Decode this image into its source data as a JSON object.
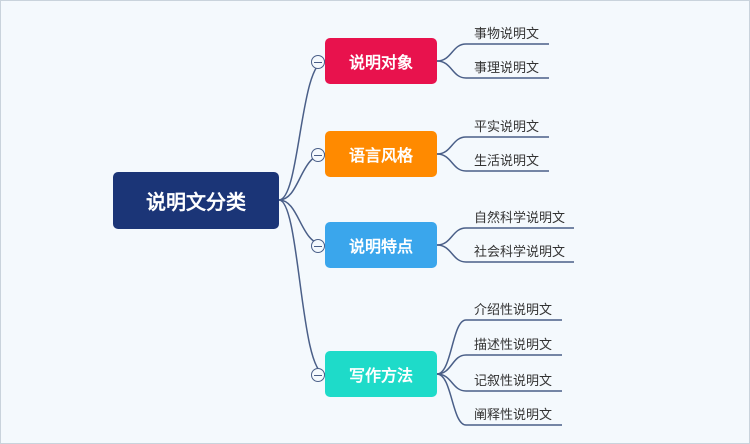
{
  "root": {
    "label": "说明文分类"
  },
  "branches": [
    {
      "label": "说明对象",
      "color": "#e8124d",
      "leaves": [
        "事物说明文",
        "事理说明文"
      ]
    },
    {
      "label": "语言风格",
      "color": "#ff8a00",
      "leaves": [
        "平实说明文",
        "生活说明文"
      ]
    },
    {
      "label": "说明特点",
      "color": "#3aa6ec",
      "leaves": [
        "自然科学说明文",
        "社会科学说明文"
      ]
    },
    {
      "label": "写作方法",
      "color": "#1edbc9",
      "leaves": [
        "介绍性说明文",
        "描述性说明文",
        "记叙性说明文",
        "阐释性说明文"
      ]
    }
  ],
  "colors": {
    "link": "#4a5f88",
    "root": "#1b3577",
    "background": "#f4f9fd"
  }
}
